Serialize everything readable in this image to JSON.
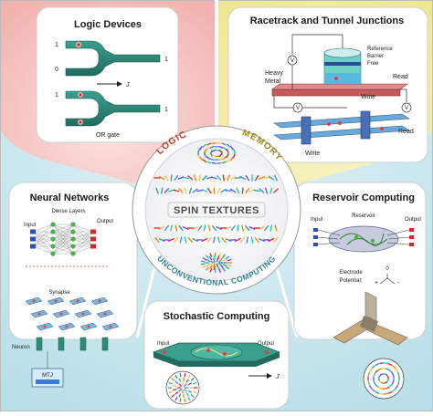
{
  "center": {
    "title": "SPIN TEXTURES",
    "arc_logic": "LOGIC",
    "arc_memory": "MEMORY",
    "arc_unconventional": "UNCONVENTIONAL COMPUTING"
  },
  "logic_devices": {
    "title": "Logic Devices",
    "input_1": "1",
    "input_0": "0",
    "output_1": "1",
    "current": "J",
    "input_1b": "1",
    "output_1b": "1",
    "caption": "OR gate"
  },
  "racetrack": {
    "title": "Racetrack and Tunnel Junctions",
    "reference": "Reference",
    "barrier": "Barrier",
    "free": "Free",
    "heavy": "Heavy",
    "metal": "Metal",
    "write": "Write",
    "read": "Read",
    "read_bottom": "Read",
    "write_bottom": "Write",
    "v1": "V",
    "v2": "V",
    "v3": "V"
  },
  "neural": {
    "title": "Neural Networks",
    "dense_layers": "Dense Layers",
    "input": "Input",
    "output": "Output",
    "synapse": "Synapse",
    "neuron": "Neuron",
    "mtj": "MTJ"
  },
  "reservoir": {
    "title": "Reservoir Computing",
    "reservoir_label": "Reservoir",
    "input": "Input",
    "output": "Output",
    "electrode": "Electrode",
    "potential": "Potential:",
    "zero": "0",
    "plus": "+",
    "minus": "-"
  },
  "stochastic": {
    "title": "Stochastic Computing",
    "input": "Input",
    "output": "Output",
    "current": "J"
  },
  "colors": {
    "logic_bg": "#f7c9c7",
    "memory_bg": "#f4f0ae",
    "unconventional_bg": "#cbe8ef",
    "track_green": "#2f8a7a",
    "arc_logic": "#c0392b",
    "arc_memory": "#a08a1a",
    "arc_unconv": "#2f7f8f"
  }
}
